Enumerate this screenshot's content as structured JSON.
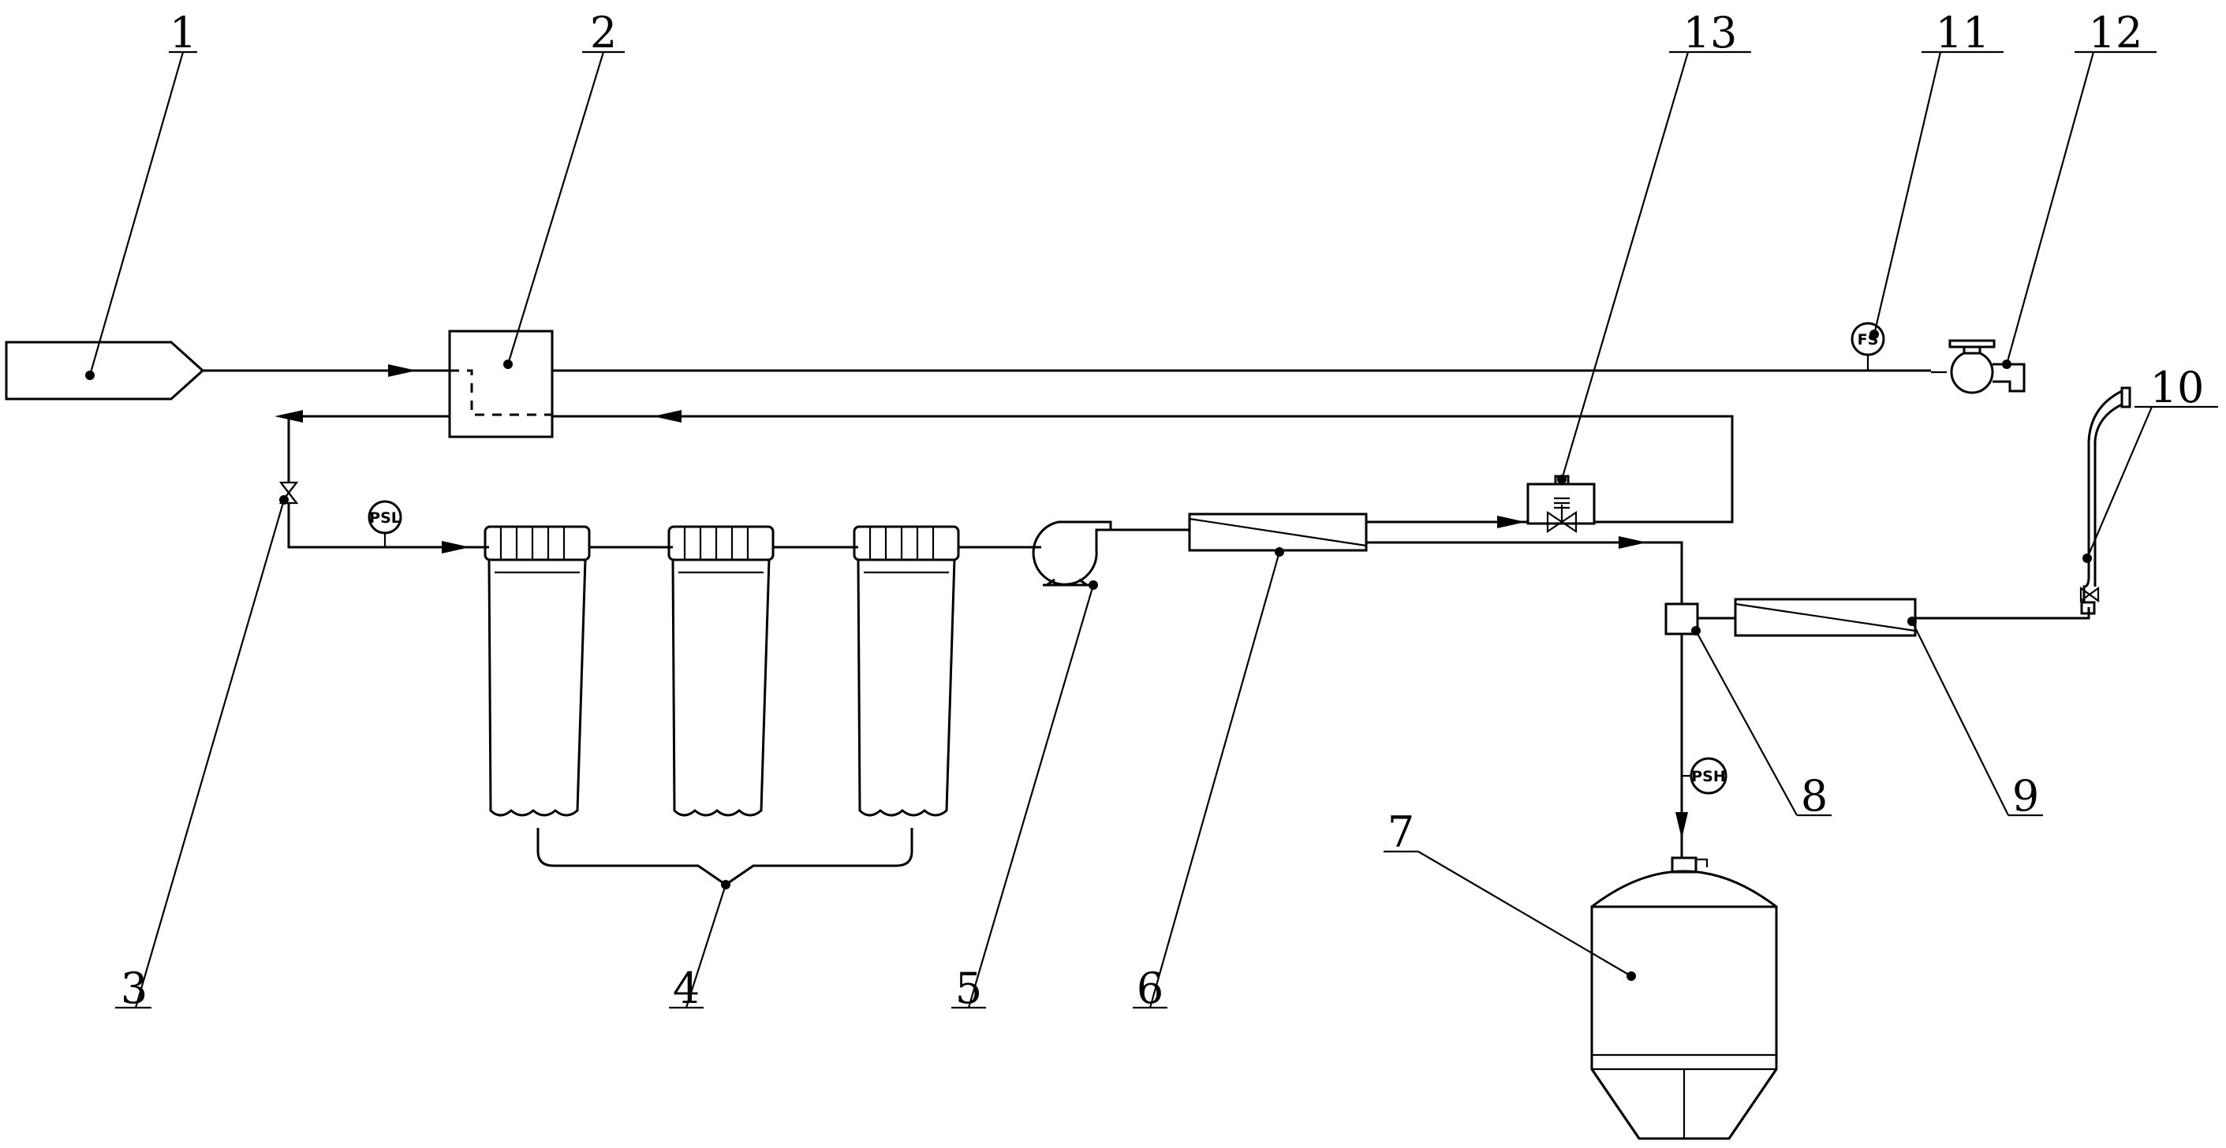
{
  "labels": {
    "l1": "1",
    "l2": "2",
    "l3": "3",
    "l4": "4",
    "l5": "5",
    "l6": "6",
    "l7": "7",
    "l8": "8",
    "l9": "9",
    "l10": "10",
    "l11": "11",
    "l12": "12",
    "l13": "13"
  },
  "gauges": {
    "psl": "PSL",
    "psh": "PSH",
    "fs": "FS"
  }
}
